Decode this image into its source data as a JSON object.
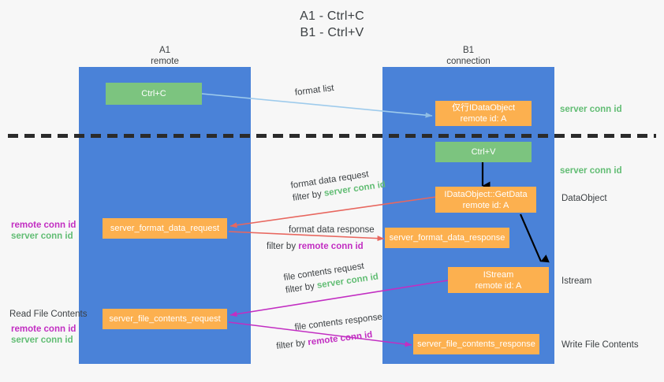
{
  "title": {
    "line1": "A1 - Ctrl+C",
    "line2": "B1 - Ctrl+V"
  },
  "columns": [
    {
      "id": "a1",
      "name": "A1",
      "role": "remote"
    },
    {
      "id": "b1",
      "name": "B1",
      "role": "connection"
    }
  ],
  "nodes": {
    "ctrl_c": {
      "label": "Ctrl+C"
    },
    "ctrl_v": {
      "label": "Ctrl+V"
    },
    "idataobject": {
      "line1": "仅行IDataObject",
      "line2": "remote id: A"
    },
    "idataobject_getdata": {
      "line1": "IDataObject::GetData",
      "line2": "remote id: A"
    },
    "istream": {
      "line1": "IStream",
      "line2": "remote id: A"
    },
    "server_format_data_request": {
      "label": "server_format_data_request"
    },
    "server_format_data_response": {
      "label": "server_format_data_response"
    },
    "server_file_contents_request": {
      "label": "server_file_contents_request"
    },
    "server_file_contents_response": {
      "label": "server_file_contents_response"
    }
  },
  "edges": {
    "format_list": {
      "label": "format list"
    },
    "format_data_request": {
      "label": "format data request",
      "filter_prefix": "filter by ",
      "filter_value": "server conn id"
    },
    "format_data_response": {
      "label": "format data response",
      "filter_prefix": "filter by ",
      "filter_value": "remote conn id"
    },
    "file_contents_request": {
      "label": "file contents request",
      "filter_prefix": "filter by ",
      "filter_value": "server conn id"
    },
    "file_contents_response": {
      "label": "file contents response",
      "filter_prefix": "filter by ",
      "filter_value": "remote conn id"
    }
  },
  "annotations": {
    "right_server_conn_id_top": "server conn id",
    "right_server_conn_id_mid": "server conn id",
    "right_dataobject": "DataObject",
    "right_istream": "Istream",
    "right_write_file_contents": "Write File Contents",
    "left_remote_conn_id_1": "remote conn id",
    "left_server_conn_id_1": "server conn id",
    "left_read_file_contents": "Read File Contents",
    "left_remote_conn_id_2": "remote conn id",
    "left_server_conn_id_2": "server conn id"
  },
  "colors": {
    "background": "#f7f7f7",
    "lane": "#4a82d8",
    "node_green": "#7cc47f",
    "node_orange": "#fcb04f",
    "arrow_blue": "#b9d7f0",
    "arrow_red": "#e8675f",
    "arrow_magenta": "#c22ec2",
    "arrow_black": "#000000",
    "text_green": "#62bd74",
    "text_purple": "#c22ec2",
    "text_dark": "#3c4043"
  }
}
